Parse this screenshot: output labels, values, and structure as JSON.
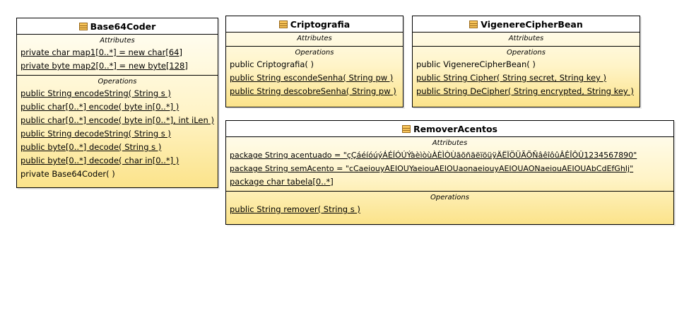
{
  "classes": {
    "base64": {
      "name": "Base64Coder",
      "attributes_label": "Attributes",
      "attributes": [
        "private char map1[0..*] = new char[64]",
        "private byte map2[0..*] = new byte[128]"
      ],
      "operations_label": "Operations",
      "operations": [
        "public String  encodeString( String s )",
        "public char[0..*]  encode( byte in[0..*] )",
        "public char[0..*]  encode( byte in[0..*], int iLen )",
        "public String  decodeString( String s )",
        "public byte[0..*]  decode( String s )",
        "public byte[0..*]  decode( char in[0..*] )",
        "private Base64Coder(  )"
      ]
    },
    "cripto": {
      "name": "Criptografia",
      "attributes_label": "Attributes",
      "operations_label": "Operations",
      "operations": [
        "public Criptografia(  )",
        "public String  escondeSenha( String pw )",
        "public String  descobreSenha( String pw )"
      ]
    },
    "vigenere": {
      "name": "VigenereCipherBean",
      "attributes_label": "Attributes",
      "operations_label": "Operations",
      "operations": [
        "public VigenereCipherBean(  )",
        "public String  Cipher( String secret, String key )",
        "public String  DeCipher( String encrypted, String key )"
      ]
    },
    "remover": {
      "name": "RemoverAcentos",
      "attributes_label": "Attributes",
      "attributes": [
        "package String acentuado = \"çÇáéíóúýÁÉÍÓÚÝàèìòùÀÈÌÒÙãõñäëïöüÿÄËÏÖÜÃÕÑâêîôûÂÊÎÔÛ1234567890\"",
        "package String semAcento = \"cCaeiouyAEIOUYaeiouAEIOUaonaeiouyAEIOUAONaeiouAEIOUAbCdEfGhIj\"",
        "package char tabela[0..*]"
      ],
      "operations_label": "Operations",
      "operations": [
        "public String  remover( String s )"
      ]
    }
  }
}
